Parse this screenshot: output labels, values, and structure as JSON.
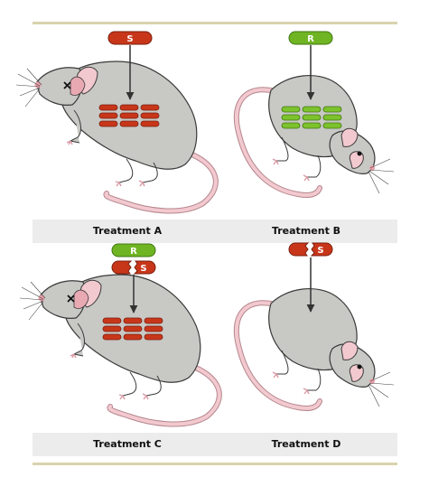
{
  "panels": [
    {
      "caption": "Treatment A",
      "pills": [
        "S"
      ]
    },
    {
      "caption": "Treatment B",
      "pills": [
        "R"
      ]
    },
    {
      "caption": "Treatment C",
      "pills": [
        "R",
        "S"
      ]
    },
    {
      "caption": "Treatment D",
      "pills": [
        "S"
      ]
    }
  ],
  "colors": {
    "susceptible_red": "#c8361a",
    "resistant_green": "#6fb523",
    "mouse_body": "#c8c8c5",
    "tail_pink": "#f2c9cf",
    "rule_tan": "#d9d3ad",
    "label_bg": "#ececec"
  }
}
